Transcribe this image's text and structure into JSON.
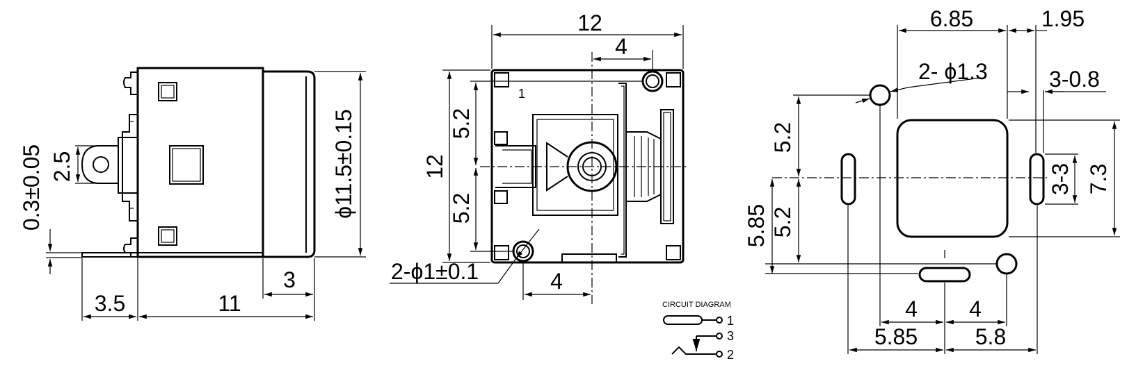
{
  "side_view": {
    "dim_tab_width": "2.5",
    "dim_thickness": "0.3±0.05",
    "dim_diameter": "ϕ11.5±0.15",
    "dim_3_5": "3.5",
    "dim_11": "11",
    "dim_3": "3"
  },
  "front_view": {
    "dim_width": "12",
    "dim_height": "12",
    "dim_top_4": "4",
    "dim_bottom_4": "4",
    "dim_upper_5_2": "5.2",
    "dim_lower_5_2": "5.2",
    "pin_label": "1",
    "dim_holes": "2-ϕ1±0.1"
  },
  "footprint": {
    "dim_6_85": "6.85",
    "dim_1_95": "1.95",
    "dim_holes": "2- ϕ1.3",
    "dim_slots": "3-0.8",
    "dim_upper_5_2": "5.2",
    "dim_lower_5_2": "5.2",
    "dim_5_85_left": "5.85",
    "dim_3_3": "3-3",
    "dim_7_3": "7.3",
    "dim_4_left": "4",
    "dim_4_right": "4",
    "dim_5_85_bottom": "5.85",
    "dim_5_8": "5.8"
  },
  "circuit": {
    "title": "CIRCUIT DIAGRAM",
    "pin1": "1",
    "pin3": "3",
    "pin2": "2"
  }
}
